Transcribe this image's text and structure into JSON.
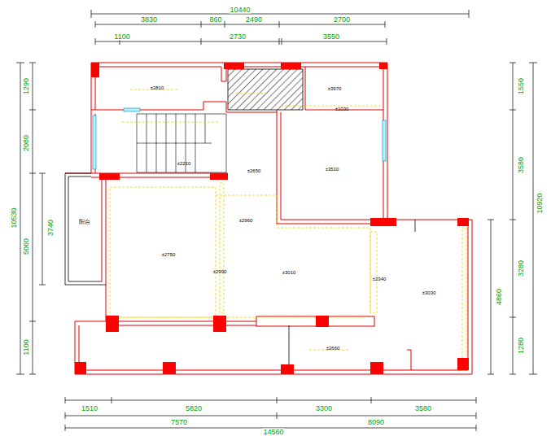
{
  "diagram": {
    "labels": [
      "10440",
      "3830",
      "860",
      "2490",
      "2700",
      "1100",
      "2730",
      "3550",
      "10530",
      "1290",
      "2080",
      "5060",
      "3740",
      "1100",
      "10920",
      "1550",
      "3580",
      "3280",
      "4860",
      "1280",
      "1510",
      "5820",
      "3300",
      "3580",
      "7570",
      "8090",
      "14560",
      "阳台",
      "±2810",
      "±3970",
      "±1030",
      "±2210",
      "±2650",
      "±3510",
      "±2960",
      "±2750",
      "±2990",
      "±3010",
      "±2340",
      "±3030",
      "±2660"
    ]
  }
}
